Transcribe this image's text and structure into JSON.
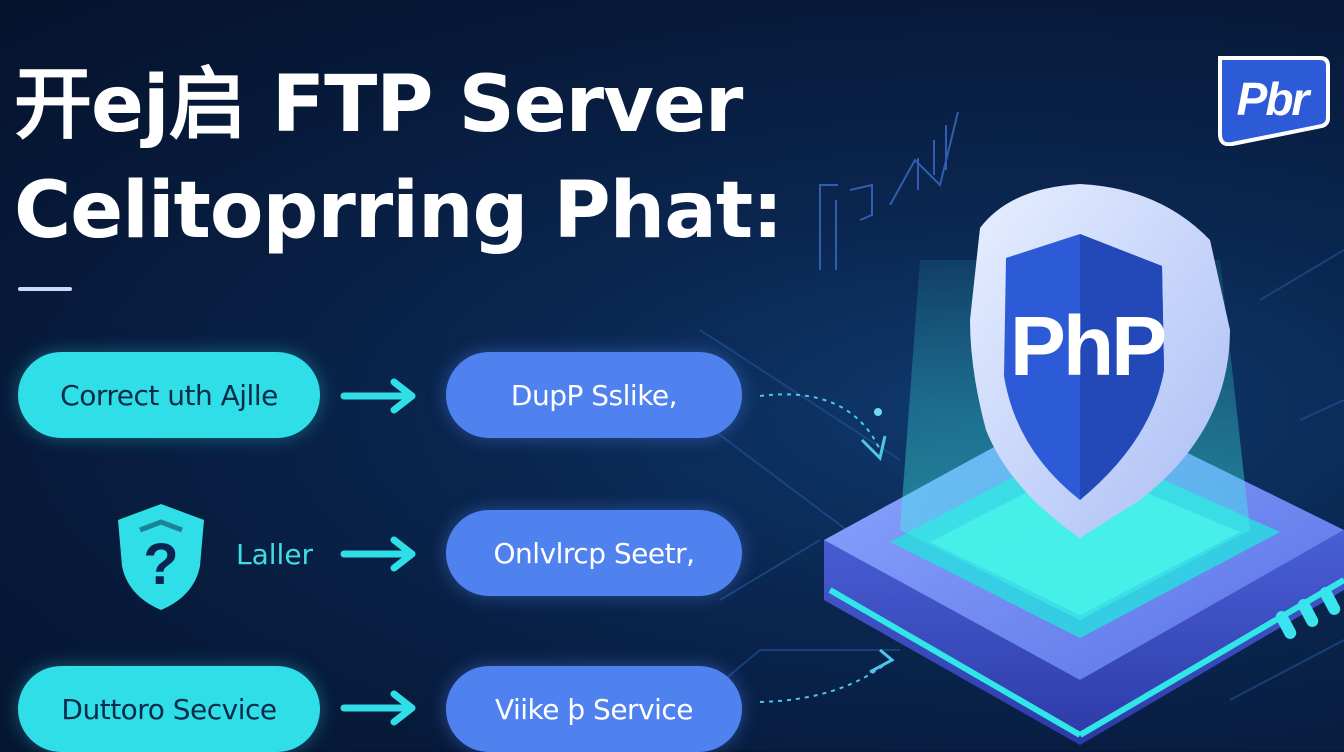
{
  "title": {
    "line1": "开ej启 FTP Server",
    "line2": "Celitoprring Phat:"
  },
  "logo": {
    "text": "Pbr"
  },
  "flow": {
    "row1": {
      "left_label": "Correct uth Ajlle",
      "right_label": "DupP Sslike,"
    },
    "row2": {
      "left_icon": "shield-question-icon",
      "left_label": "Laller",
      "right_label": "Onlvlrcp Seetr,"
    },
    "row3": {
      "left_label": "Duttoro Secvice",
      "right_label": "Viike þ Service"
    }
  },
  "server": {
    "badge_text": "PhP"
  },
  "colors": {
    "background": "#071a3a",
    "cyan": "#2fdee6",
    "blue": "#4f82ef",
    "shield_blue": "#2d5bd8"
  }
}
